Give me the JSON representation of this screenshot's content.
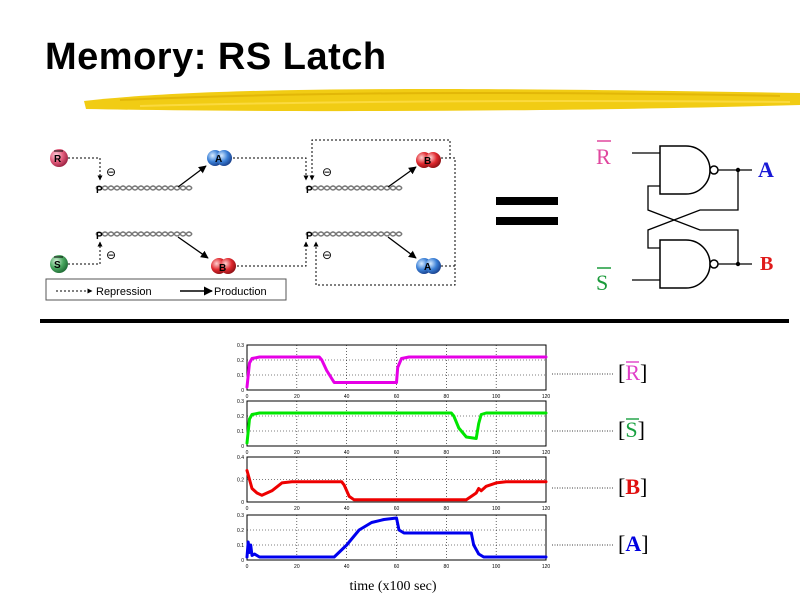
{
  "slide": {
    "title": "Memory: RS Latch",
    "equals_sign": "="
  },
  "genetic_circuit": {
    "input_r": "R",
    "input_s": "S",
    "protein_a": "A",
    "protein_b": "B",
    "promoter": "P",
    "repression_mark": "⊖",
    "legend": {
      "repression": "Repression",
      "production": "Production"
    },
    "colors": {
      "r": "#e05a7a",
      "s": "#3ea65a",
      "a": "#3a7fd6",
      "b": "#e0282e"
    }
  },
  "logic_circuit": {
    "input_r": "R",
    "input_s": "S",
    "output_a": "A",
    "output_b": "B",
    "colors": {
      "r": "#e0479e",
      "s": "#1a9a3a",
      "a": "#1a1ad6",
      "b": "#e01a1a"
    }
  },
  "plots": {
    "xlabel": "time (x100 sec)",
    "x_ticks": [
      "0",
      "20",
      "40",
      "60",
      "80",
      "100",
      "120"
    ],
    "panels": [
      {
        "label_open": "[",
        "label_var": "R",
        "label_close": "]",
        "label_color": "#e040c8",
        "color": "#e600e6",
        "y_ticks": [
          "0.3",
          "0.2",
          "0.1",
          "0"
        ],
        "ymax": 0.3
      },
      {
        "label_open": "[",
        "label_var": "S",
        "label_close": "]",
        "label_color": "#18a040",
        "color": "#00e600",
        "y_ticks": [
          "0.3",
          "0.2",
          "0.1",
          "0"
        ],
        "ymax": 0.3
      },
      {
        "label_open": "[",
        "label_var": "B",
        "label_close": "]",
        "label_color": "#e01010",
        "color": "#ee0000",
        "y_ticks": [
          "0.4",
          "0.2",
          "0"
        ],
        "ymax": 0.4
      },
      {
        "label_open": "[",
        "label_var": "A",
        "label_close": "]",
        "label_color": "#0000e0",
        "color": "#0000ee",
        "y_ticks": [
          "0.3",
          "0.2",
          "0.1",
          "0"
        ],
        "ymax": 0.3
      }
    ]
  },
  "chart_data": {
    "type": "line",
    "xlabel": "time (x100 sec)",
    "xlim": [
      0,
      120
    ],
    "series": [
      {
        "name": "R",
        "ylim": [
          0,
          0.3
        ],
        "x": [
          0,
          1,
          2,
          5,
          29,
          30,
          32,
          35,
          60,
          60.5,
          62,
          65,
          120
        ],
        "y": [
          0.02,
          0.18,
          0.21,
          0.22,
          0.22,
          0.2,
          0.13,
          0.05,
          0.05,
          0.15,
          0.21,
          0.22,
          0.22
        ]
      },
      {
        "name": "S",
        "ylim": [
          0,
          0.3
        ],
        "x": [
          0,
          1,
          2,
          5,
          82,
          83,
          85,
          88,
          92,
          93,
          94,
          96,
          120
        ],
        "y": [
          0.02,
          0.18,
          0.21,
          0.22,
          0.22,
          0.2,
          0.12,
          0.06,
          0.05,
          0.15,
          0.21,
          0.22,
          0.22
        ]
      },
      {
        "name": "B",
        "ylim": [
          0,
          0.4
        ],
        "x": [
          0,
          1,
          2,
          4,
          6,
          10,
          14,
          18,
          38,
          39,
          41,
          43,
          88,
          90,
          92,
          93,
          94,
          96,
          100,
          104,
          108,
          120
        ],
        "y": [
          0.28,
          0.2,
          0.12,
          0.08,
          0.06,
          0.1,
          0.17,
          0.18,
          0.18,
          0.15,
          0.05,
          0.02,
          0.02,
          0.05,
          0.08,
          0.12,
          0.1,
          0.14,
          0.17,
          0.18,
          0.18,
          0.18
        ]
      },
      {
        "name": "A",
        "ylim": [
          0,
          0.3
        ],
        "x": [
          0,
          0.5,
          1,
          1.5,
          2,
          3,
          5,
          10,
          35,
          40,
          45,
          50,
          55,
          60,
          61,
          63,
          90,
          91,
          93,
          95,
          100,
          120
        ],
        "y": [
          0.02,
          0.12,
          0.05,
          0.1,
          0.03,
          0.04,
          0.02,
          0.02,
          0.02,
          0.1,
          0.2,
          0.25,
          0.27,
          0.28,
          0.2,
          0.18,
          0.18,
          0.1,
          0.04,
          0.02,
          0.02,
          0.02
        ]
      }
    ]
  }
}
